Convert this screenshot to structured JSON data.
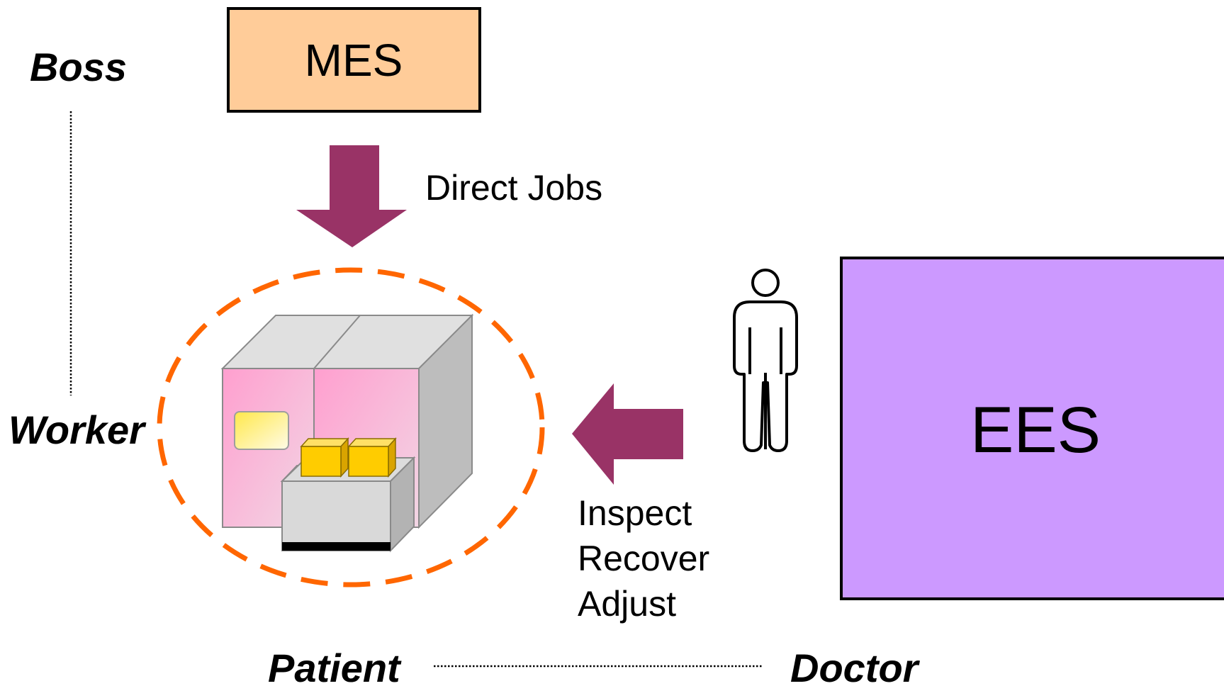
{
  "roles": {
    "boss": "Boss",
    "worker": "Worker",
    "patient": "Patient",
    "doctor": "Doctor"
  },
  "systems": {
    "mes": {
      "label": "MES",
      "fill": "#FFCC99"
    },
    "ees": {
      "label": "EES",
      "fill": "#CC99FF"
    }
  },
  "actions": {
    "direct": "Direct Jobs",
    "inspect": "Inspect",
    "recover": "Recover",
    "adjust": "Adjust"
  },
  "colors": {
    "arrow": "#993366",
    "dashed_circle": "#FF6600",
    "equipment_panel": "#FF99CC",
    "wafer_box": "#FFCC00"
  },
  "icons": {
    "equipment": "process-tool-icon",
    "person": "person-icon"
  }
}
